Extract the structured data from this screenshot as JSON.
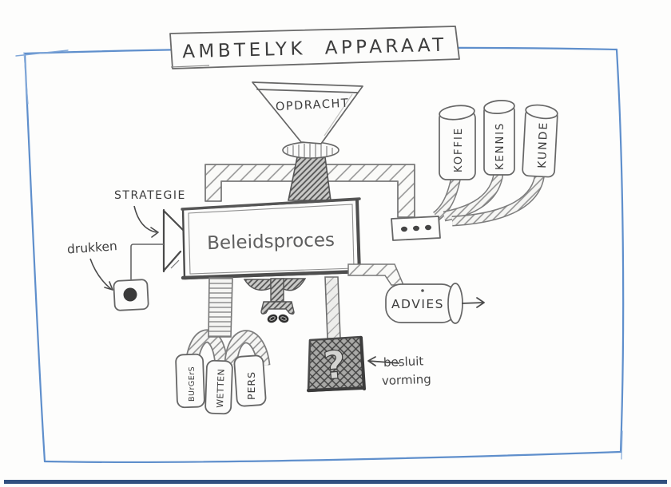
{
  "title": "AMBTELYK  APPARAAT",
  "funnel_label": "OPDRACHT",
  "machine_label": "Beleidsproces",
  "resources": [
    {
      "label": "KOFFIE"
    },
    {
      "label": "KENNIS"
    },
    {
      "label": "KUNDE"
    }
  ],
  "inputs": [
    {
      "label": "BUrGErS"
    },
    {
      "label": "WETTEN"
    },
    {
      "label": "PERS"
    }
  ],
  "annotations": {
    "strategie": "STRATEGIE",
    "drukken": "drukken",
    "besluit_line1": "besluit",
    "besluit_line2": "vorming"
  },
  "output_label": "ADVIES",
  "decision_symbol": "?",
  "colors": {
    "border_blue": "#5f8fcc",
    "pencil_gray": "#5a5a5a",
    "scan_line_navy": "#31507f",
    "paper": "#fdfdfc"
  }
}
